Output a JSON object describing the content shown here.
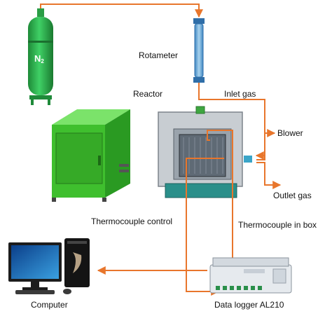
{
  "labels": {
    "n2_base": "N",
    "n2_sub": "2",
    "rotameter": "Rotameter",
    "reactor": "Reactor",
    "inlet_gas": "Inlet gas",
    "blower": "Blower",
    "outlet_gas": "Outlet gas",
    "thermocouple_control": "Thermocouple control",
    "thermocouple_in_box": "Thermocouple in box",
    "computer": "Computer",
    "data_logger": "Data logger AL210"
  },
  "colors": {
    "pipe": "#e8762c",
    "cylinder": "#2bb34a",
    "reactor_green": "#3fbf2e",
    "rotameter_blue": "#5aa7d6",
    "furnace_gray": "#c8cdd2",
    "base_teal": "#2a8f8a",
    "arrow_blue": "#1f5fbf"
  }
}
